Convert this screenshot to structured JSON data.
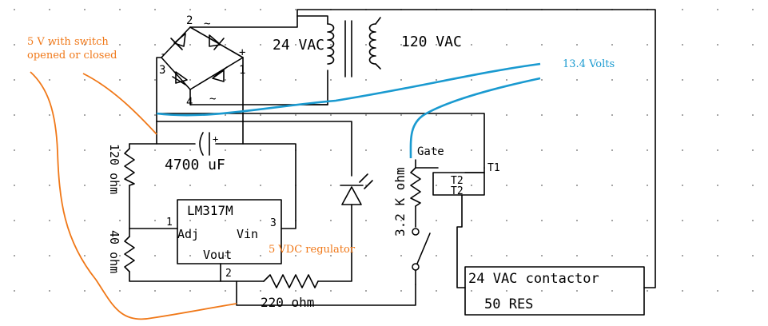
{
  "transformer": {
    "secondary": "24 VAC",
    "primary": "120 VAC"
  },
  "bridge": {
    "pin2": "2",
    "pin2_mark": "~",
    "pin3": "3",
    "pin_minus": "-",
    "pin1": "1",
    "pin_plus": "+",
    "pin4": "4",
    "pin4_mark": "~"
  },
  "capacitor": {
    "value": "4700 uF",
    "plus": "+"
  },
  "resistors": {
    "r120": "120 ohm",
    "r40": "40 ohm",
    "r220": "220 ohm",
    "r32k": "3.2 K ohm"
  },
  "regulator": {
    "name": "LM317M",
    "adj": "Adj",
    "vin": "Vin",
    "vout": "Vout",
    "pin1": "1",
    "pin2": "2",
    "pin3": "3"
  },
  "triac": {
    "gate": "Gate",
    "t1": "T1",
    "t2": "T2",
    "t2_shadow": "T2"
  },
  "contactor": {
    "line1": "24 VAC contactor",
    "line2": "50 RES"
  },
  "annotations": {
    "five_v_line1": "5 V with switch",
    "five_v_line2": "opened or closed",
    "regulator_note": "5 VDC regulator",
    "volts_note": "13.4 Volts"
  },
  "colors": {
    "orange": "#f07818",
    "blue": "#1a9ad0",
    "wire": "#000000"
  }
}
